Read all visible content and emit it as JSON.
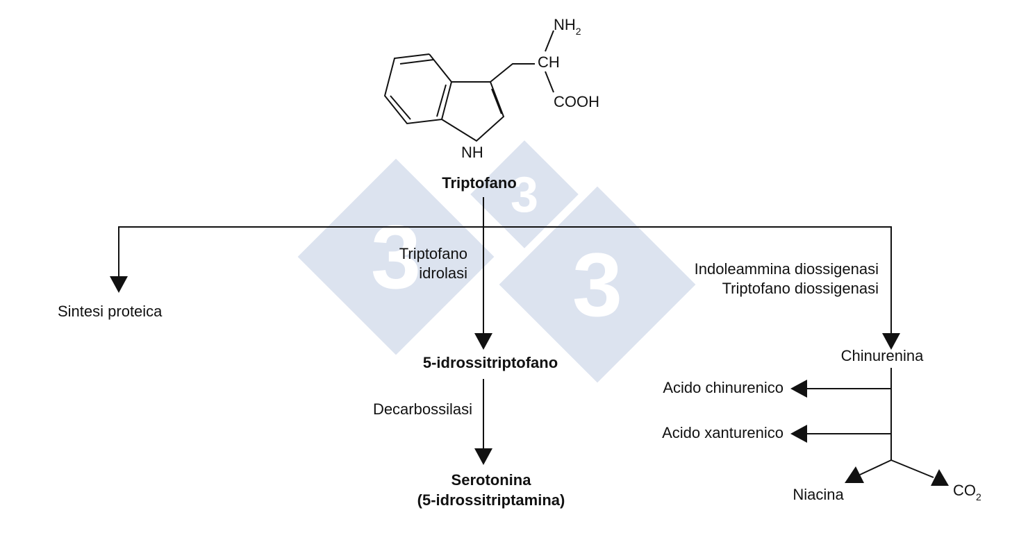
{
  "molecule": {
    "name": "Triptofano",
    "atoms": {
      "nh2": "NH",
      "nh2_sub": "2",
      "ch": "CH",
      "cooh": "COOH",
      "nh": "NH"
    }
  },
  "branches": {
    "left": {
      "product": "Sintesi proteica"
    },
    "center": {
      "enzyme_line1": "Triptofano",
      "enzyme_line2": "idrolasi",
      "product": "5-idrossitriptofano",
      "enzyme2": "Decarbossilasi",
      "final_line1": "Serotonina",
      "final_line2": "(5-idrossitriptamina)"
    },
    "right": {
      "enzyme_line1": "Indoleammina diossigenasi",
      "enzyme_line2": "Triptofano diossigenasi",
      "product": "Chinurenina",
      "sub1": "Acido chinurenico",
      "sub2": "Acido xanturenico",
      "sub3": "Niacina",
      "sub4": "CO",
      "sub4_sub": "2"
    }
  },
  "watermark": {
    "glyph": "3",
    "color": "#dbe2ef"
  }
}
